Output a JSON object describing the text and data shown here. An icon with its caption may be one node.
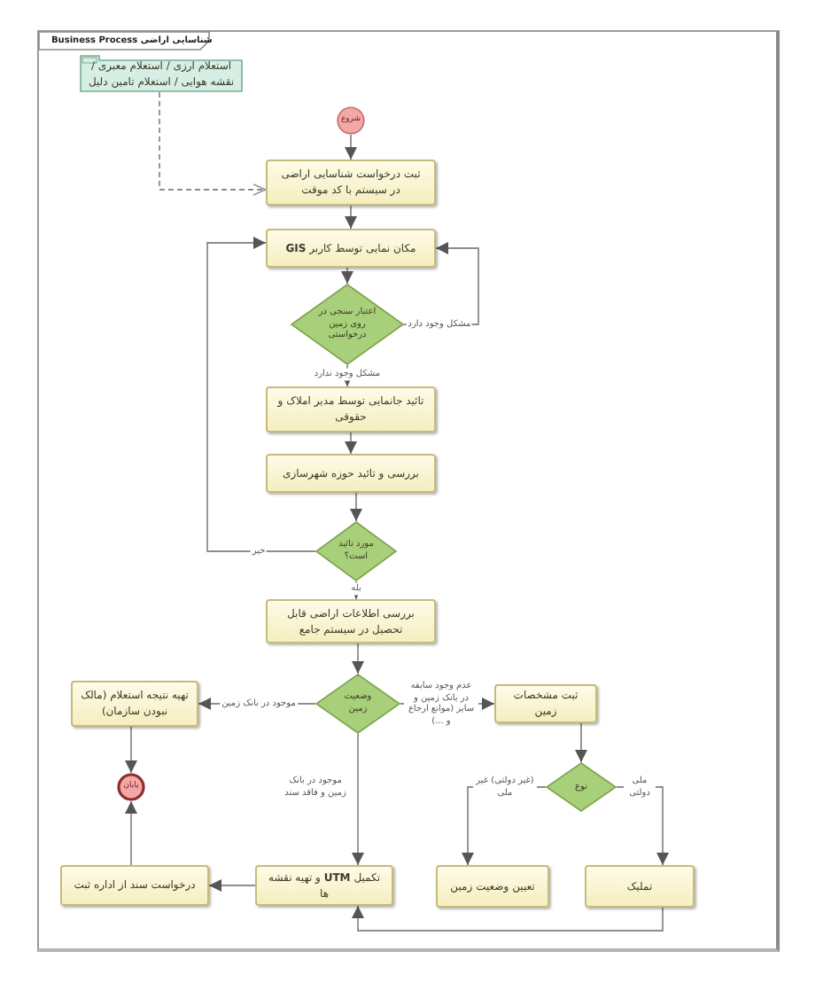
{
  "diagram": {
    "nodes": [
      {
        "text": [
          "Business Process شناسایی اراضی"
        ]
      },
      {
        "text": [
          "استعلام ارزی / استعلام معبری / نقشه هوایی / استعلام تامین دلیل"
        ],
        "in": 0
      },
      {
        "text": [
          "شروع"
        ],
        "in": 0
      },
      {
        "text": [
          "ثبت درخواست شناسایی اراضی در سیستم با کد موقت"
        ],
        "in": 0
      },
      {
        "text": [
          "مکان نمایی توسط کاربر **GIS**"
        ],
        "in": 0
      },
      {
        "text": [
          "اعتبار سنجی در روی زمین درخواستی"
        ],
        "in": 0
      },
      {
        "text": [
          "تائید جانمایی توسط مدیر املاک و حقوقی"
        ],
        "in": 0
      },
      {
        "text": [
          "بررسی و تائید حوزه شهرسازی"
        ],
        "in": 0
      },
      {
        "text": [
          "مورد تائید است؟"
        ],
        "in": 0
      },
      {
        "text": [
          "بررسی اطلاعات اراضی قابل تحصیل در سیستم جامع"
        ],
        "in": 0
      },
      {
        "text": [
          "وضعیت زمین"
        ],
        "in": 0
      },
      {
        "text": [
          "تهیه نتیجه استعلام (مالک نبودن سازمان)"
        ],
        "in": 0
      },
      {
        "text": [
          "ثبت مشخصات زمین"
        ],
        "in": 0
      },
      {
        "text": [
          "پایان"
        ],
        "in": 0
      },
      {
        "text": [
          "نوع"
        ],
        "in": 0
      },
      {
        "text": [
          "درخواست سند از اداره ثبت"
        ],
        "in": 0
      },
      {
        "text": [
          "تکمیل **UTM** و تهیه نقشه ها"
        ],
        "in": 0
      },
      {
        "text": [
          "تعیین وضعیت زمین"
        ],
        "in": 0
      },
      {
        "text": [
          "تملیک"
        ],
        "in": 0
      }
    ],
    "edges": [
      {
        "from": 1,
        "to": 3,
        "arrow": "to",
        "style": "dashed"
      },
      {
        "from": 2,
        "to": 3,
        "arrow": "to"
      },
      {
        "from": 3,
        "to": 4,
        "arrow": "to"
      },
      {
        "from": 4,
        "to": 5,
        "arrow": "to"
      },
      {
        "from": 5,
        "to": 4,
        "arrow": "to",
        "label": "مشکل وجود دارد"
      },
      {
        "from": 5,
        "to": 6,
        "arrow": "to",
        "label": "مشکل وجود ندارد"
      },
      {
        "from": 6,
        "to": 7,
        "arrow": "to"
      },
      {
        "from": 7,
        "to": 8,
        "arrow": "to"
      },
      {
        "from": 8,
        "to": 4,
        "arrow": "to",
        "label": "خیر"
      },
      {
        "from": 8,
        "to": 9,
        "arrow": "to",
        "label": "بله"
      },
      {
        "from": 9,
        "to": 10,
        "arrow": "to"
      },
      {
        "from": 10,
        "to": 11,
        "arrow": "to",
        "label": "موجود در بانک زمین"
      },
      {
        "from": 10,
        "to": 12,
        "arrow": "to",
        "label": "عدم وجود سابقه در بانک زمین و سایر (موانع ارجاع و ...)"
      },
      {
        "from": 10,
        "to": 16,
        "arrow": "to",
        "label": "موجود در بانک زمین و فاقد سند"
      },
      {
        "from": 12,
        "to": 14,
        "arrow": "to"
      },
      {
        "from": 14,
        "to": 17,
        "arrow": "to",
        "label": "(غیر دولتی) غیر ملی"
      },
      {
        "from": 14,
        "to": 18,
        "arrow": "to",
        "label": "ملی دولتی"
      },
      {
        "from": 18,
        "to": 16,
        "arrow": "to"
      },
      {
        "from": 16,
        "to": 15,
        "arrow": "to"
      },
      {
        "from": 15,
        "to": 13,
        "arrow": "to"
      },
      {
        "from": 11,
        "to": 13,
        "arrow": "to"
      }
    ]
  }
}
